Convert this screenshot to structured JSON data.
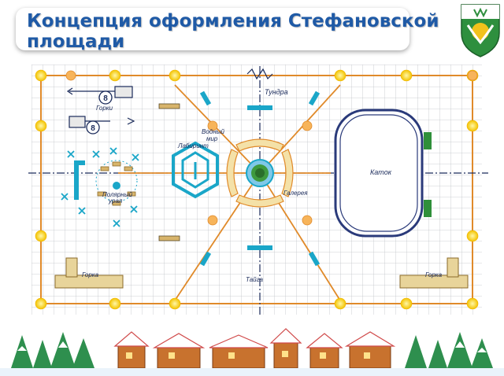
{
  "title": {
    "line1": "Концепция оформления Стефановской",
    "line2": "площади"
  },
  "crest": {
    "icon": "city-crest-icon"
  },
  "labels": {
    "gorki": "Горки",
    "sign_top": "8",
    "sign_bottom": "8",
    "labyrinth": "Лабиринт",
    "water_world_1": "Водный",
    "water_world_2": "мир",
    "tundra": "Тундра",
    "polar_ural_1": "Полярный",
    "polar_ural_2": "урал",
    "gallery": "Галерея",
    "katok": "Каток",
    "gorka_left": "Горка",
    "gorka_right": "Горка",
    "taiga": "Тайга"
  },
  "colors": {
    "grid": "#bfc3c8",
    "orange": "#e08a2a",
    "yellow": "#f6d21a",
    "cyan": "#1aa6c8",
    "green": "#2f8f3a",
    "navy": "#1a2a5a"
  },
  "decor": {
    "trees_icon": "snowy-fir-tree-icon",
    "houses_icon": "gingerbread-house-icon"
  }
}
